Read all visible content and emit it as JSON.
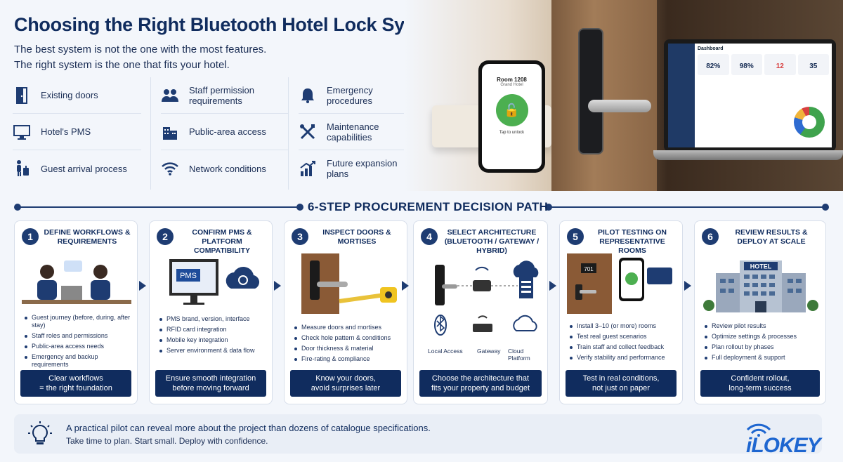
{
  "header": {
    "title": "Choosing the Right Bluetooth Hotel Lock System",
    "subtitle_1": "The best system is not the one with the most features.",
    "subtitle_2": "The right system is the one that fits your hotel."
  },
  "factors": {
    "col1": [
      {
        "label": "Existing doors",
        "icon": "door-icon"
      },
      {
        "label": "Hotel's PMS",
        "icon": "monitor-icon"
      },
      {
        "label": "Guest arrival process",
        "icon": "traveler-icon"
      }
    ],
    "col2": [
      {
        "label": "Staff permission requirements",
        "icon": "staff-icon"
      },
      {
        "label": "Public-area access",
        "icon": "building-icon"
      },
      {
        "label": "Network conditions",
        "icon": "wifi-icon"
      }
    ],
    "col3": [
      {
        "label": "Emergency procedures",
        "icon": "bell-icon"
      },
      {
        "label": "Maintenance capabilities",
        "icon": "tools-icon"
      },
      {
        "label": "Future expansion plans",
        "icon": "growth-chart-icon"
      }
    ]
  },
  "hero": {
    "phone_room": "Room 1208",
    "phone_hotel": "Grand Hotel",
    "phone_tap": "Tap to unlock",
    "laptop_title": "Dashboard",
    "laptop_cards": [
      "82%",
      "98%",
      "12",
      "35"
    ],
    "colors": {
      "accent_green": "#4caf50",
      "navy": "#102c5e"
    }
  },
  "section": {
    "title": "6-STEP PROCUREMENT DECISION PATH"
  },
  "steps": [
    {
      "num": "1",
      "title": "DEFINE WORKFLOWS & REQUIREMENTS",
      "bullets": [
        "Guest journey (before, during, after stay)",
        "Staff roles and permissions",
        "Public-area access needs",
        "Emergency and backup requirements"
      ],
      "foot_1": "Clear workflows",
      "foot_2": "= the right foundation"
    },
    {
      "num": "2",
      "title": "CONFIRM PMS & PLATFORM COMPATIBILITY",
      "pms_label": "PMS",
      "bullets": [
        "PMS brand, version, interface",
        "RFID card integration",
        "Mobile key integration",
        "Server environment & data flow"
      ],
      "foot_1": "Ensure smooth integration",
      "foot_2": "before moving forward"
    },
    {
      "num": "3",
      "title": "INSPECT DOORS & MORTISES",
      "bullets": [
        "Measure doors and mortises",
        "Check hole pattern & conditions",
        "Door thickness & material",
        "Fire-rating & compliance"
      ],
      "foot_1": "Know your doors,",
      "foot_2": "avoid surprises later"
    },
    {
      "num": "4",
      "title": "SELECT ARCHITECTURE (BLUETOOTH / GATEWAY / HYBRID)",
      "arch_labels": [
        "Local Access",
        "Gateway",
        "Cloud Platform"
      ],
      "foot_1": "Choose the architecture that",
      "foot_2": "fits your property and budget"
    },
    {
      "num": "5",
      "title": "PILOT TESTING ON REPRESENTATIVE ROOMS",
      "room_number": "701",
      "bullets": [
        "Install 3–10 (or more) rooms",
        "Test real guest scenarios",
        "Train staff and collect feedback",
        "Verify stability and performance"
      ],
      "foot_1": "Test in real conditions,",
      "foot_2": "not just on paper"
    },
    {
      "num": "6",
      "title": "REVIEW RESULTS & DEPLOY AT SCALE",
      "hotel_sign": "HOTEL",
      "bullets": [
        "Review pilot results",
        "Optimize settings & processes",
        "Plan rollout by phases",
        "Full deployment & support"
      ],
      "foot_1": "Confident rollout,",
      "foot_2": "long-term success"
    }
  ],
  "tip": {
    "line_1": "A practical pilot can reveal more about the project than dozens of catalogue specifications.",
    "line_2": "Take time to plan. Start small. Deploy with confidence.",
    "icon": "lightbulb-icon"
  },
  "logo": {
    "text": "iLOKEY"
  }
}
